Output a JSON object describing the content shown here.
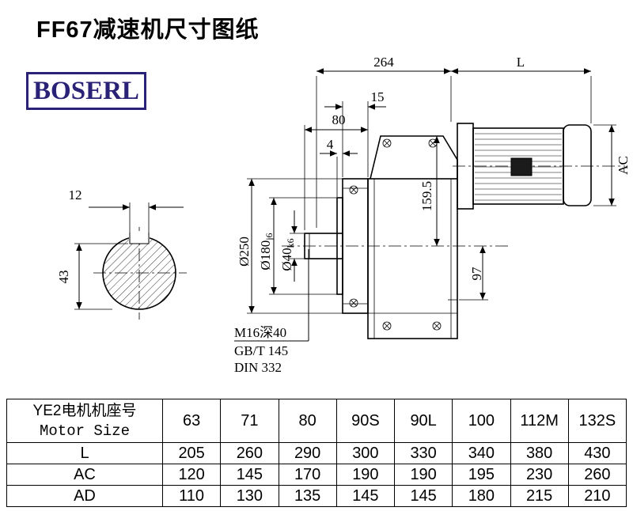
{
  "page": {
    "title": "FF67减速机尺寸图纸",
    "brand": "BOSERL"
  },
  "drawing": {
    "dim_264": "264",
    "dim_L": "L",
    "dim_15": "15",
    "dim_80": "80",
    "dim_4": "4",
    "dim_AC": "AC",
    "dim_159_5": "159.5",
    "dim_97": "97",
    "dia_250": "Ø250",
    "dia_180": "Ø180",
    "dia_180_fit": "j6",
    "dia_40": "Ø40",
    "dia_40_fit": "k6",
    "key_width": "12",
    "shaft_height": "43",
    "note_line1": "M16深40",
    "note_line2": "GB/T 145",
    "note_line3": "DIN 332"
  },
  "table": {
    "header": {
      "line1": "YE2电机机座号",
      "line2": "Motor Size"
    },
    "columns": [
      "63",
      "71",
      "80",
      "90S",
      "90L",
      "100",
      "112M",
      "132S"
    ],
    "rows": [
      {
        "label": "L",
        "values": [
          "205",
          "260",
          "290",
          "300",
          "330",
          "340",
          "380",
          "430"
        ]
      },
      {
        "label": "AC",
        "values": [
          "120",
          "145",
          "170",
          "190",
          "190",
          "195",
          "230",
          "260"
        ]
      },
      {
        "label": "AD",
        "values": [
          "110",
          "130",
          "135",
          "145",
          "145",
          "180",
          "215",
          "210"
        ]
      }
    ]
  }
}
